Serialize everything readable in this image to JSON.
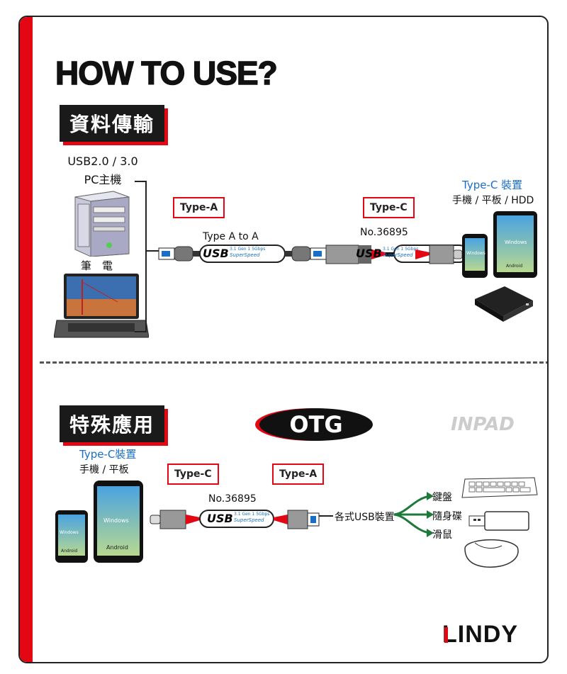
{
  "header": {
    "title": "HOW TO USE?"
  },
  "section1": {
    "label": "資料傳輸",
    "source_line1": "USB2.0 / 3.0",
    "source_line2": "PC主機",
    "laptop_label": "筆　電",
    "type_a": "Type-A",
    "type_c": "Type-C",
    "adapter_label": "Type A to A",
    "product_no": "No.36895",
    "device_line1": "Type-C 裝置",
    "device_line2": "手機 / 平板 / HDD",
    "os_windows": "Windows",
    "os_android": "Android"
  },
  "section2": {
    "label": "特殊應用",
    "otg": "OTG",
    "device_line1": "Type-C裝置",
    "device_line2": "手機 / 平板",
    "type_c": "Type-C",
    "type_a": "Type-A",
    "product_no": "No.36895",
    "usb_devices": "各式USB裝置",
    "peripherals": [
      "鍵盤",
      "隨身碟",
      "滑鼠"
    ],
    "os_windows": "Windows",
    "os_android": "Android"
  },
  "cable": {
    "usb": "USB",
    "gen": "3.1 Gen 1 5Gbps",
    "speed": "SuperSpeed"
  },
  "brand": {
    "logo": "LINDY",
    "watermark": "INPAD"
  },
  "colors": {
    "accent": "#e30613",
    "blue": "#1a6fc4",
    "dark": "#1a1a1a"
  }
}
